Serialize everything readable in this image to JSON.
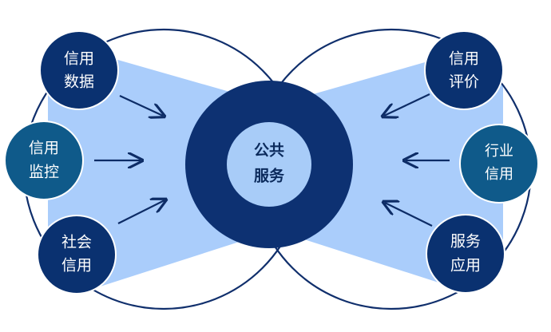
{
  "center": {
    "line1": "公共",
    "line2": "服务"
  },
  "nodes": [
    {
      "id": "credit-data",
      "line1": "信用",
      "line2": "数据"
    },
    {
      "id": "credit-monitoring",
      "line1": "信用",
      "line2": "监控"
    },
    {
      "id": "social-credit",
      "line1": "社会",
      "line2": "信用"
    },
    {
      "id": "credit-evaluation",
      "line1": "信用",
      "line2": "评价"
    },
    {
      "id": "industry-credit",
      "line1": "行业",
      "line2": "信用"
    },
    {
      "id": "service-application",
      "line1": "服务",
      "line2": "应用"
    }
  ],
  "colors": {
    "dark_navy": "#0d3172",
    "node_navy": "#0a3170",
    "node_teal": "#0f5a8a",
    "light_fill": "#aacdfb",
    "outline": "#102f6c",
    "center_inner": "#a8ccf8"
  }
}
